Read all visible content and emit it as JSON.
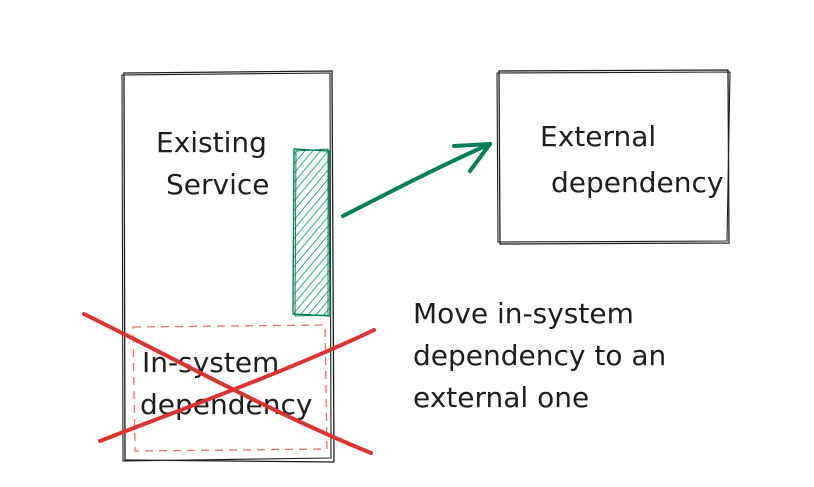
{
  "existing_service": {
    "label_line1": "Existing",
    "label_line2": "Service"
  },
  "in_system_dependency": {
    "label_line1": "In-system",
    "label_line2": "dependency",
    "status": "crossed-out"
  },
  "external_dependency": {
    "label_line1": "External",
    "label_line2": "dependency"
  },
  "caption": {
    "line1": "Move in-system",
    "line2": "dependency to an",
    "line3": "external one"
  },
  "colors": {
    "stroke": "#1e1e1e",
    "accent_green": "#087f5b",
    "accent_green_fill": "#2fae7a",
    "cross_red": "#e03131",
    "dashed_red": "#e8716b"
  }
}
